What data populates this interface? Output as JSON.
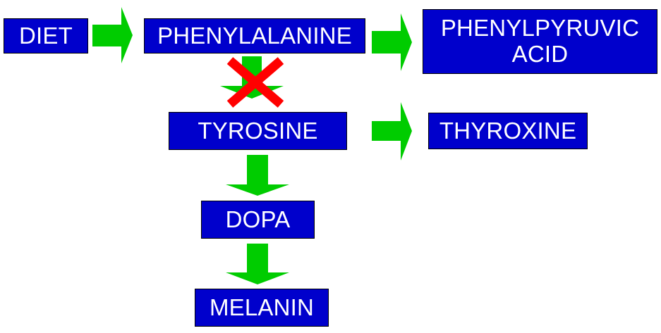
{
  "nodes": {
    "diet": "DIET",
    "phenylalanine": "PHENYLALANINE",
    "phenylpyruvic_acid": "PHENYLPYRUVIC\nACID",
    "tyrosine": "TYROSINE",
    "thyroxine": "THYROXINE",
    "dopa": "DOPA",
    "melanin": "MELANIN"
  },
  "colors": {
    "box_fill": "#0000cc",
    "box_text": "#ffffff",
    "arrow": "#00cc00",
    "block_mark": "#ff0000"
  },
  "marks": {
    "blocked_step": "cross-mark-icon"
  }
}
